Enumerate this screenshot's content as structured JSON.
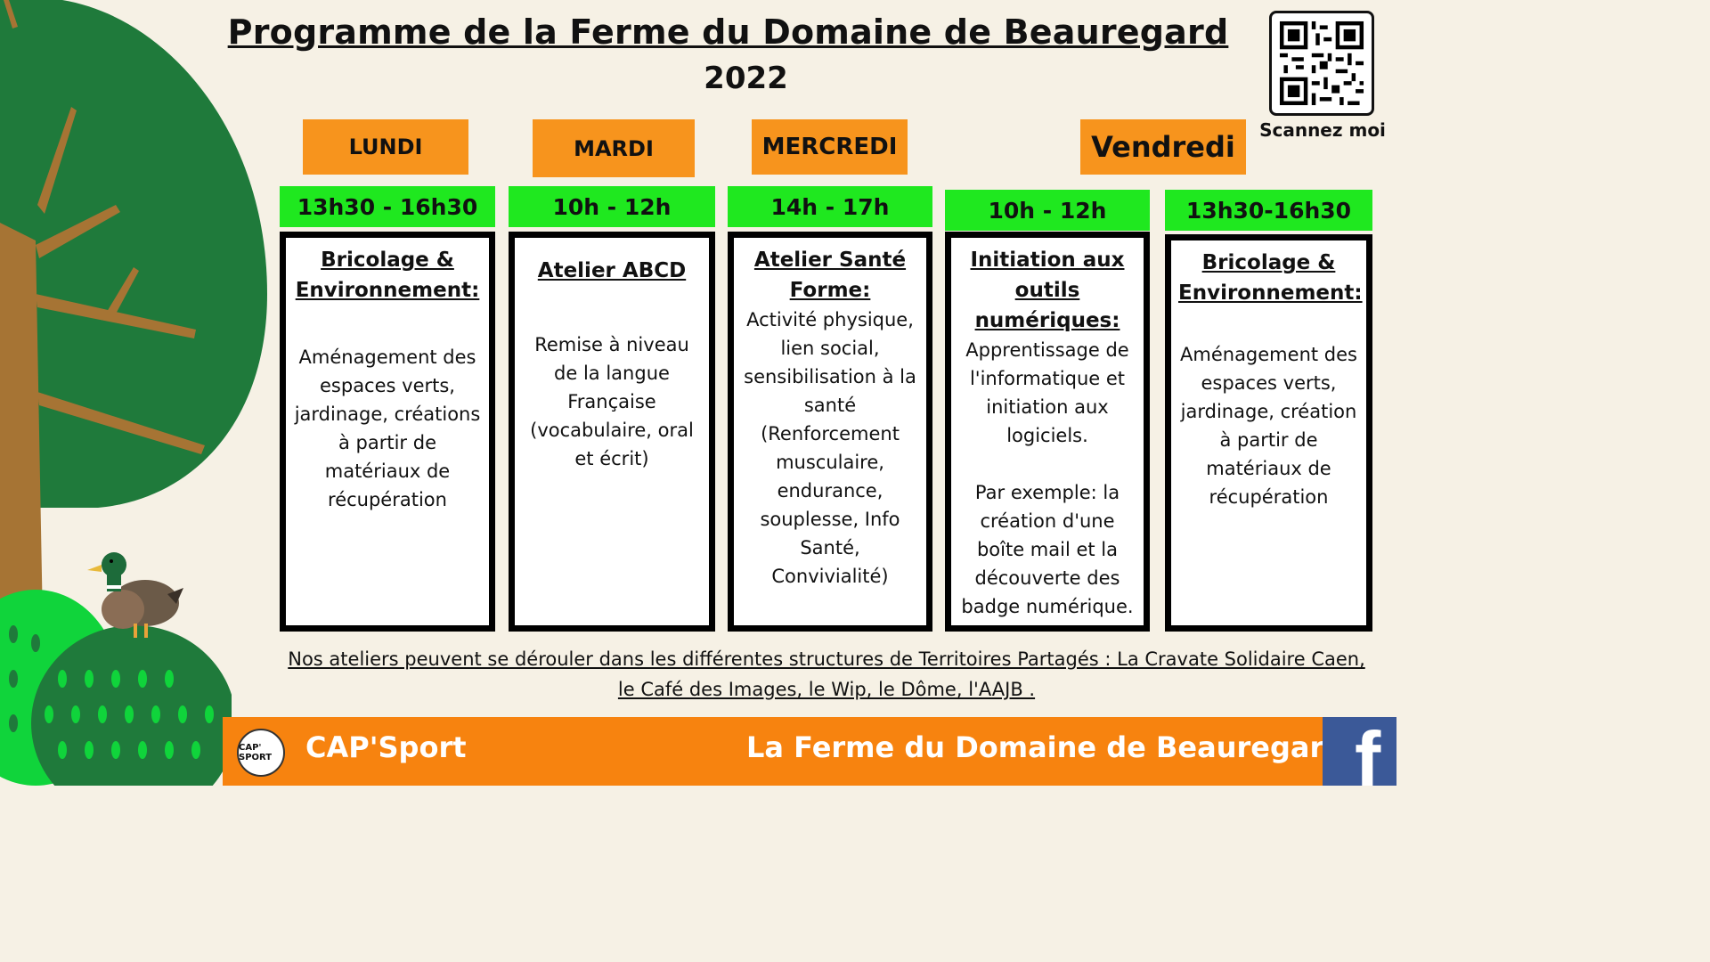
{
  "title": "Programme de la Ferme du Domaine de Beauregard",
  "year": "2022",
  "qr_label": "Scannez moi",
  "days": [
    {
      "day": "LUNDI",
      "time": "13h30 - 16h30",
      "heading": "Bricolage & Environnement:",
      "text": "Aménagement des espaces verts, jardinage, créations à partir de matériaux de récupération"
    },
    {
      "day": "MARDI",
      "time": "10h - 12h",
      "heading": "Atelier ABCD",
      "text": "Remise à niveau de la langue Française (vocabulaire, oral et écrit)"
    },
    {
      "day": "MERCREDI",
      "time": "14h - 17h",
      "heading": "Atelier Santé Forme:",
      "text": "Activité physique, lien social, sensibilisation à la santé (Renforcement musculaire, endurance, souplesse, Info Santé, Convivialité)"
    },
    {
      "day": "Vendredi",
      "time": "10h - 12h",
      "heading": "Initiation aux outils numériques:",
      "text": "Apprentissage de l'informatique et initiation aux logiciels.\n\nPar exemple: la création d'une boîte mail et la découverte des badge numérique."
    },
    {
      "day": "",
      "time": "13h30-16h30",
      "heading": "Bricolage & Environnement:",
      "text": "Aménagement des espaces verts, jardinage, création à partir de matériaux de récupération"
    }
  ],
  "note": "Nos ateliers peuvent se dérouler dans les différentes structures de Territoires Partagés : La Cravate Solidaire Caen, le Café des Images, le Wip, le Dôme, l'AAJB .",
  "footer": {
    "left": "CAP'Sport",
    "right": "La Ferme du Domaine de Beauregard",
    "logo_text": "CAP' SPORT",
    "facebook_glyph": "f"
  },
  "colors": {
    "background": "#f6f1e5",
    "day_header": "#f7941d",
    "time_bar": "#1fe81f",
    "footer": "#f7830f",
    "facebook": "#3b5998"
  }
}
